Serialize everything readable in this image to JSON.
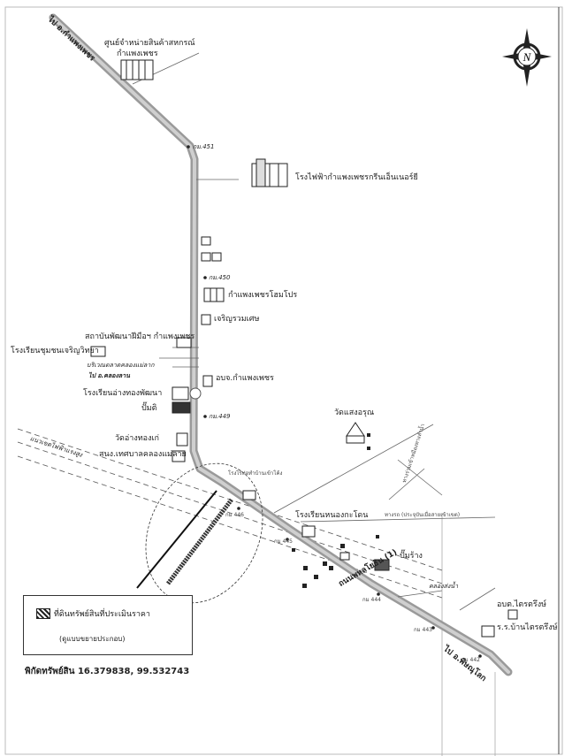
{
  "map": {
    "road_top_left": "ไป อ.กำแพงเพชร",
    "road_bottom_right": "ไป อ.พิษณุโลก",
    "main_road": "ถนนพหลโยธิน (1)",
    "power_line": "แนวเขตไฟฟ้าแรงสูง",
    "canal_label": "คลองส่งน้ำ",
    "canal2_label": "ทางร่วมเข้าหมืองทางลำน้ำ",
    "north_letter": "N"
  },
  "landmarks": {
    "coop": "ศูนย์จำหน่ายสินค้าสหกรณ์",
    "coop2": "กำแพงเพชร",
    "plant": "โรงไฟฟ้ากำแพงเพชรกรีนเอ็นเนอร์ยี",
    "home_pro": "กำแพงเพชรโฮมโปร",
    "charoen": "เจริญรวมเศษ",
    "institute": "สถาบันพัฒนาฝีมือฯ กำแพงเพชร",
    "school1": "โรงเรียนชุมชนเจริญวิทยา",
    "police_area": "บริเวณตลาดคลองแม่ลาก",
    "to_klong": "ไป อ.คลองลาน",
    "obj": "อบจ.กำแพงเพชร",
    "school2": "โรงเรียนอ่างทองพัฒนา",
    "gas": "ปั๊มติ",
    "wat_angthong": "วัดอ่างทองเก่",
    "tech": "สนง.เทศบาลคลองแม่ลาย",
    "wat_saeng": "วัดแสงอรุณ",
    "school3": "โรงเรียนหนองกะโดน",
    "gas2": "ปั๊มร้าง",
    "khaokhong": "อบต.ไตรตรึงษ์",
    "school4": "ร.ร.บ้านไตรตรึงษ์",
    "prices": "ทางรถ (ประจุบันเมื่อสายเข้าเขต)",
    "mkt": "โรงไร้ท่อทำบ้านเข้าโค้ง"
  },
  "km": {
    "k451": "กม.451",
    "k450": "กม.450",
    "k449": "กม.449",
    "k446": "กม 446",
    "k445": "กม 445",
    "k444": "กม 444",
    "k443": "กม 443",
    "k442": "กม 442"
  },
  "legend": {
    "label": "ที่ดินทรัพย์สินที่ประเมินราคา",
    "sub": "(ดูแบบขยายประกอบ)"
  },
  "coordinates": "พิกัดทรัพย์สิน 16.379838, 99.532743"
}
